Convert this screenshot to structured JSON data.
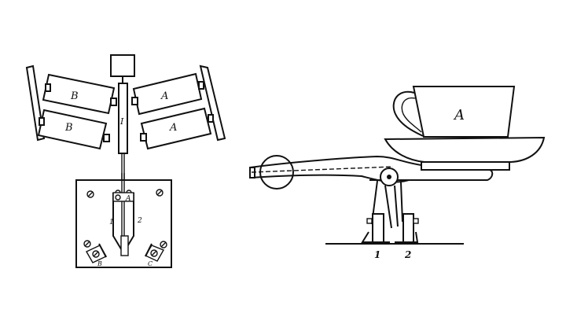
{
  "figure": {
    "left_panel": {
      "description": "Relay/switch mechanism with four electromagnet coils and contact plate",
      "coil_labels": [
        "B",
        "B",
        "A",
        "A"
      ],
      "armature_label": "I",
      "contact_block_label": "A",
      "contact_arm_labels": [
        "1",
        "2"
      ],
      "terminal_labels": [
        "B",
        "C"
      ]
    },
    "right_panel": {
      "description": "Cup on saucer resting on a weighted lever balance",
      "cup_label": "A",
      "post_labels": [
        "1",
        "2"
      ]
    }
  }
}
